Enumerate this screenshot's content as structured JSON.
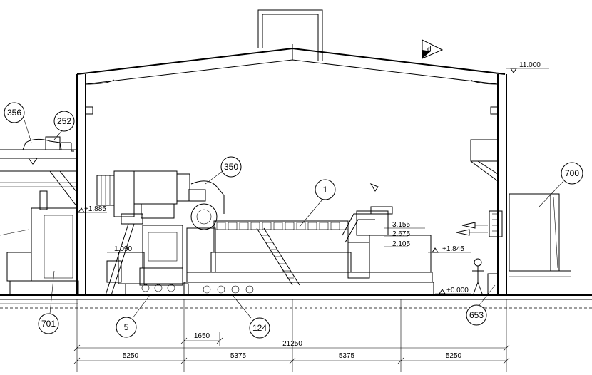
{
  "callouts": {
    "c356": "356",
    "c252": "252",
    "c350": "350",
    "c1": "1",
    "c700": "700",
    "c701": "701",
    "c5": "5",
    "c124": "124",
    "c653": "653"
  },
  "section_marker": "d",
  "elevations": {
    "e11000": "11.000",
    "e1845": "+1.845",
    "e0000": "+0.000",
    "e3155": "3.155",
    "e2675": "2.675",
    "e2105": "2.105",
    "e1885": "+1.885",
    "e1090": "1.090"
  },
  "dimensions": {
    "d1650": "1650",
    "d21250": "21250",
    "d5250a": "5250",
    "d5375a": "5375",
    "d5375b": "5375",
    "d5250b": "5250"
  }
}
